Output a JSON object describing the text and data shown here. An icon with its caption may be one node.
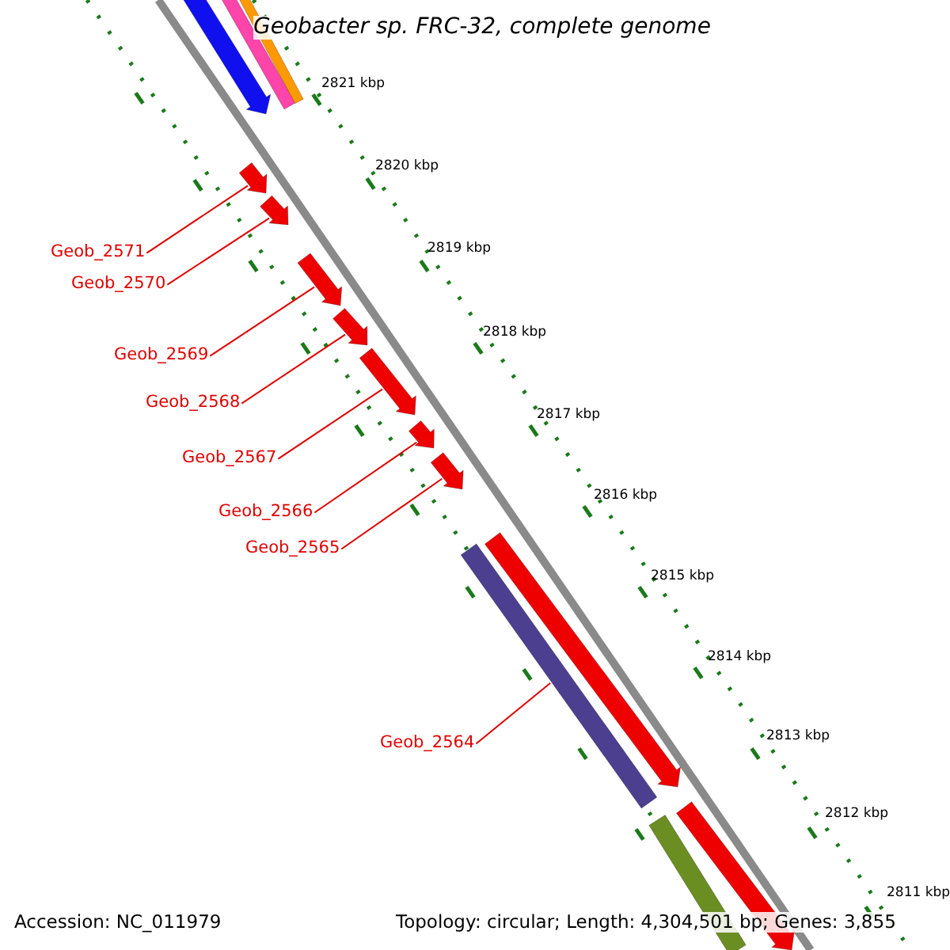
{
  "diagram": {
    "title": "Geobacter sp. FRC-32, complete genome",
    "nodes": [
      {
        "text": [
          "Geob_2571"
        ]
      },
      {
        "text": [
          "Geob_2570"
        ]
      },
      {
        "text": [
          "Geob_2569"
        ]
      },
      {
        "text": [
          "Geob_2568"
        ]
      },
      {
        "text": [
          "Geob_2567"
        ]
      },
      {
        "text": [
          "Geob_2566"
        ]
      },
      {
        "text": [
          "Geob_2565"
        ]
      },
      {
        "text": [
          "Geob_2564"
        ]
      },
      {
        "text": [],
        "shape": "pentagon"
      },
      {
        "text": [],
        "shape": "pentagon"
      },
      {
        "text": [],
        "shape": "pentagon"
      },
      {
        "text": [],
        "shape": "pentagon"
      },
      {
        "text": [],
        "shape": "pentagon"
      },
      {
        "text": [],
        "shape": "pentagon"
      },
      {
        "text": [],
        "shape": "pentagon"
      },
      {
        "text": [],
        "shape": "bar"
      },
      {
        "text": [],
        "shape": "pentagon"
      },
      {
        "text": [],
        "shape": "pentagon"
      },
      {
        "text": [],
        "shape": "bar"
      },
      {
        "text": [],
        "shape": "bar"
      },
      {
        "text": [],
        "shape": "bar"
      },
      {
        "text": [],
        "shape": "pentagon"
      }
    ],
    "edges": [
      {
        "from": 0,
        "to": 8,
        "arrow": "none"
      },
      {
        "from": 1,
        "to": 9,
        "arrow": "none"
      },
      {
        "from": 2,
        "to": 10,
        "arrow": "none"
      },
      {
        "from": 3,
        "to": 11,
        "arrow": "none"
      },
      {
        "from": 4,
        "to": 12,
        "arrow": "none"
      },
      {
        "from": 5,
        "to": 13,
        "arrow": "none"
      },
      {
        "from": 6,
        "to": 14,
        "arrow": "none"
      },
      {
        "from": 7,
        "to": 15,
        "arrow": "none"
      }
    ],
    "labels": [
      "2821 kbp",
      "2820 kbp",
      "2819 kbp",
      "2818 kbp",
      "2817 kbp",
      "2816 kbp",
      "2815 kbp",
      "2814 kbp",
      "2813 kbp",
      "2812 kbp",
      "2811 kbp",
      "Accession: NC_011979",
      "Topology: circular; Length: 4,304,501 bp; Genes: 3,855"
    ]
  }
}
